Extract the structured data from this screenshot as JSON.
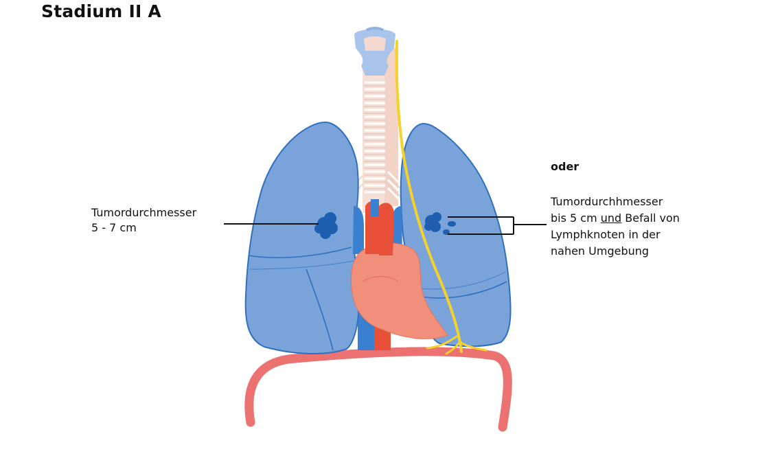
{
  "title": "Stadium II A",
  "labels": {
    "left": {
      "line1": "Tumordurchmesser",
      "line2": "5 - 7 cm"
    },
    "oder": "oder",
    "right": {
      "line1": "Tumordurchhmesser",
      "line2_before": "bis 5 cm ",
      "line2_underlined": "und",
      "line2_after": " Befall von",
      "line3": "Lymphknoten in der",
      "line4": "nahen Umgebung"
    }
  },
  "colors": {
    "lung_fill": "#7aa3d9",
    "lung_outline": "#2f6fc0",
    "tumor": "#1e5fb0",
    "heart": "#f0907a",
    "aorta_red": "#e8503a",
    "vein_blue": "#3a80d0",
    "trachea": "#f3d9cf",
    "larynx": "#a9c4ea",
    "nerve": "#f5d12a",
    "diaphragm": "#ec7272"
  }
}
